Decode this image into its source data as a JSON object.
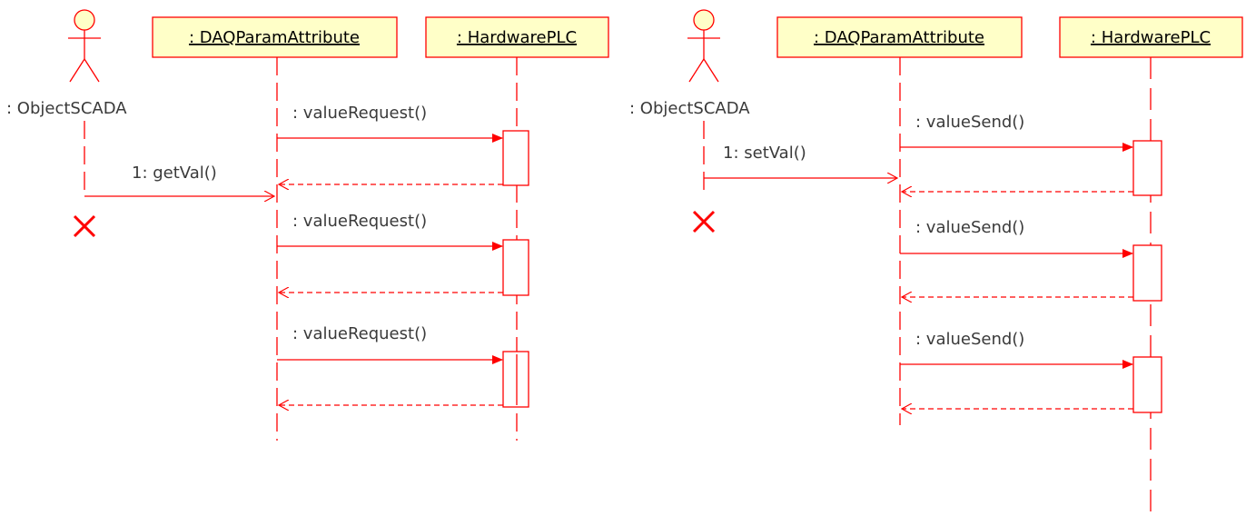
{
  "colors": {
    "line": "#ff0000",
    "box_fill": "#ffffc8",
    "box_border": "#ff0000",
    "text": "#3a3a3a"
  },
  "diagrams": [
    {
      "actor": {
        "name": ": ObjectSCADA",
        "icon": "stick-figure-icon"
      },
      "objects": [
        ": DAQParamAttribute",
        ": HardwarePLC"
      ],
      "call": {
        "label": "1: getVal()"
      },
      "messages": [
        {
          "label": ": valueRequest()"
        },
        {
          "label": ": valueRequest()"
        },
        {
          "label": ": valueRequest()"
        }
      ],
      "destroy_icon": "x-mark-icon"
    },
    {
      "actor": {
        "name": ": ObjectSCADA",
        "icon": "stick-figure-icon"
      },
      "objects": [
        ": DAQParamAttribute",
        ": HardwarePLC"
      ],
      "call": {
        "label": "1: setVal()"
      },
      "messages": [
        {
          "label": ": valueSend()"
        },
        {
          "label": ": valueSend()"
        },
        {
          "label": ": valueSend()"
        }
      ],
      "destroy_icon": "x-mark-icon"
    }
  ]
}
